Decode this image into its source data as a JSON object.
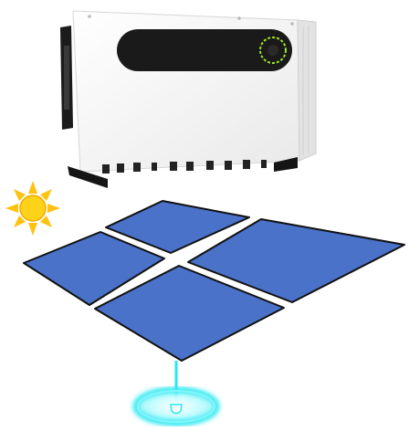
{
  "scene": {
    "description_terms": [
      "solar-inverter",
      "sun",
      "solar-panel-array",
      "ground-rod"
    ],
    "colors": {
      "panel_fill": "#4a72c9",
      "panel_stroke": "#111111",
      "sun_core": "#ffd21a",
      "sun_rays": "#ffc20e",
      "inverter_body": "#f7f7f7",
      "inverter_display": "#1a1a1a",
      "display_ring": "#9be62a",
      "ground_glow": "#26e8f0"
    },
    "icons": {
      "sun": "sun-icon",
      "ground": "ground-rod-icon"
    }
  }
}
